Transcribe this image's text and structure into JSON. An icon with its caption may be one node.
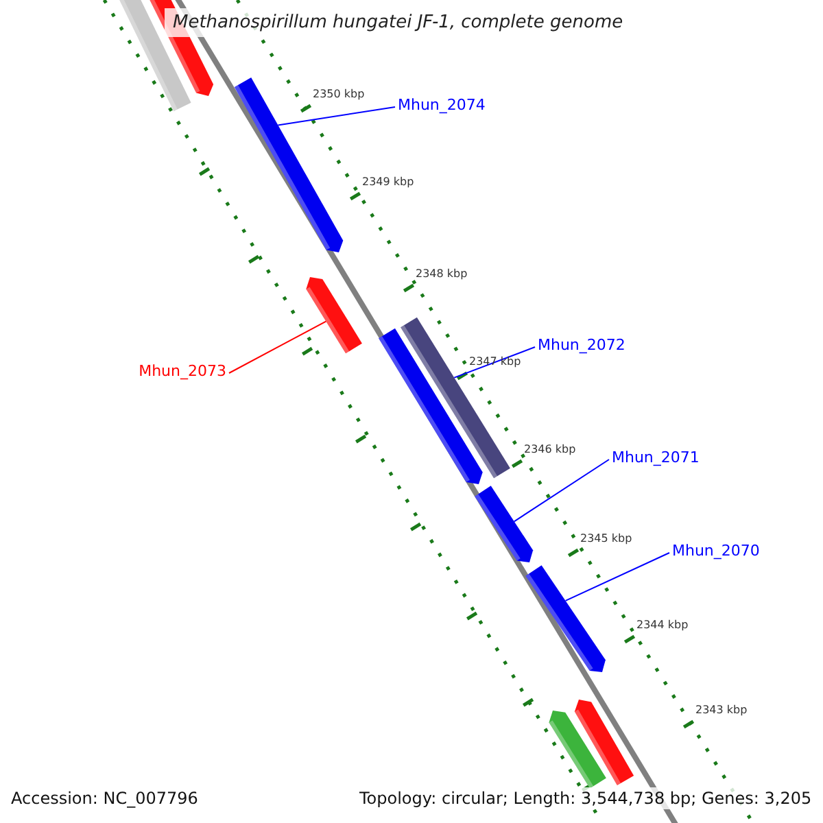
{
  "diagram": {
    "title": "Methanospirillum hungatei JF-1, complete genome",
    "nodes": [
      {
        "text": [
          "Mhun_2074"
        ]
      },
      {
        "text": [
          "Mhun_2073"
        ]
      },
      {
        "text": [
          "Mhun_2072"
        ]
      },
      {
        "text": [
          "Mhun_2071"
        ]
      },
      {
        "text": [
          "Mhun_2070"
        ]
      },
      {
        "text": [],
        "shape": "bar"
      },
      {
        "text": [],
        "shape": "bar"
      },
      {
        "text": [],
        "shape": "bar"
      },
      {
        "text": [],
        "shape": "bar"
      },
      {
        "text": [],
        "shape": "bar"
      },
      {
        "text": [],
        "shape": "bar"
      },
      {
        "text": [],
        "shape": "bar"
      },
      {
        "text": [],
        "shape": "bar"
      },
      {
        "text": [],
        "shape": "bar"
      },
      {
        "text": [],
        "shape": "bar"
      }
    ],
    "edges": [
      {
        "from": 0,
        "to": 7,
        "arrow": "none"
      },
      {
        "from": 1,
        "to": 8,
        "arrow": "none",
        "color": "#ff0000"
      },
      {
        "from": 2,
        "to": 10,
        "arrow": "none"
      },
      {
        "from": 3,
        "to": 11,
        "arrow": "none"
      },
      {
        "from": 4,
        "to": 12,
        "arrow": "none"
      }
    ],
    "labels": [
      "2350 kbp",
      "2349 kbp",
      "2348 kbp",
      "2347 kbp",
      "2346 kbp",
      "2345 kbp",
      "2344 kbp",
      "2343 kbp",
      "Accession: NC_007796",
      "Topology: circular; Length: 3,544,738 bp; Genes: 3,205"
    ]
  }
}
